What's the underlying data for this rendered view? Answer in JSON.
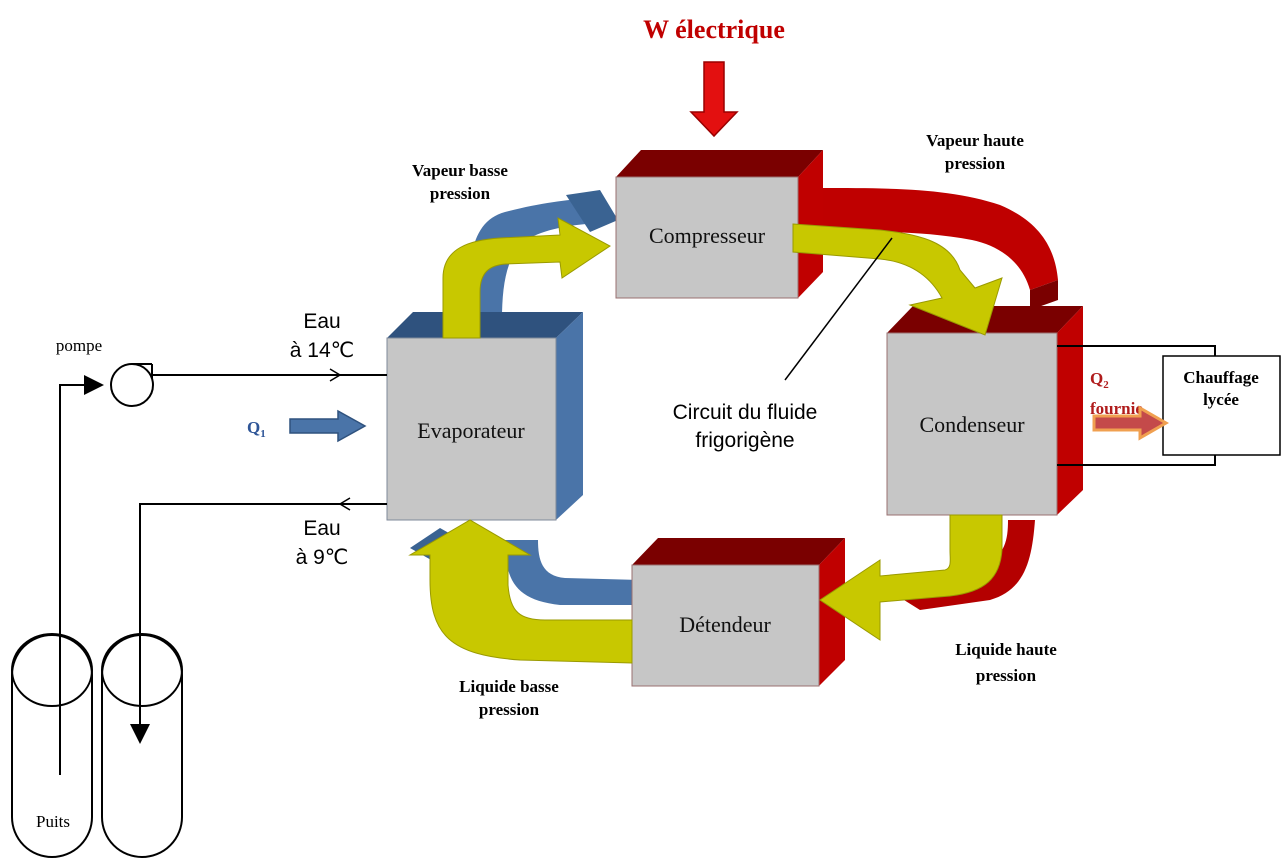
{
  "title": "W électrique",
  "components": {
    "compresseur": "Compresseur",
    "condenseur": "Condenseur",
    "detendeur": "Détendeur",
    "evaporateur": "Evaporateur",
    "chauffage": [
      "Chauffage",
      "lycée"
    ]
  },
  "states": {
    "vapeur_basse": [
      "Vapeur basse",
      "pression"
    ],
    "vapeur_haute": [
      "Vapeur haute",
      "pression"
    ],
    "liquide_haute": [
      "Liquide haute",
      "pression"
    ],
    "liquide_basse": [
      "Liquide basse",
      "pression"
    ]
  },
  "circuit_label": [
    "Circuit du fluide",
    "frigorigène"
  ],
  "water_in": [
    "Eau",
    "à 14℃"
  ],
  "water_out": [
    "Eau",
    "à 9℃"
  ],
  "pump": "pompe",
  "well": "Puits",
  "q1": {
    "letter": "Q",
    "sub": "1"
  },
  "q2": {
    "letter": "Q",
    "sub": "2",
    "text": "fournie"
  },
  "colors": {
    "hot": "#c00000",
    "hot_dark": "#7a0000",
    "cold": "#4a74a8",
    "cold_dark": "#2f527e",
    "fluid": "#c8c800",
    "box_front": "#c6c6c6",
    "q1_label": "#2e5597",
    "q2_label": "#b01c1c",
    "title": "#c00000"
  }
}
